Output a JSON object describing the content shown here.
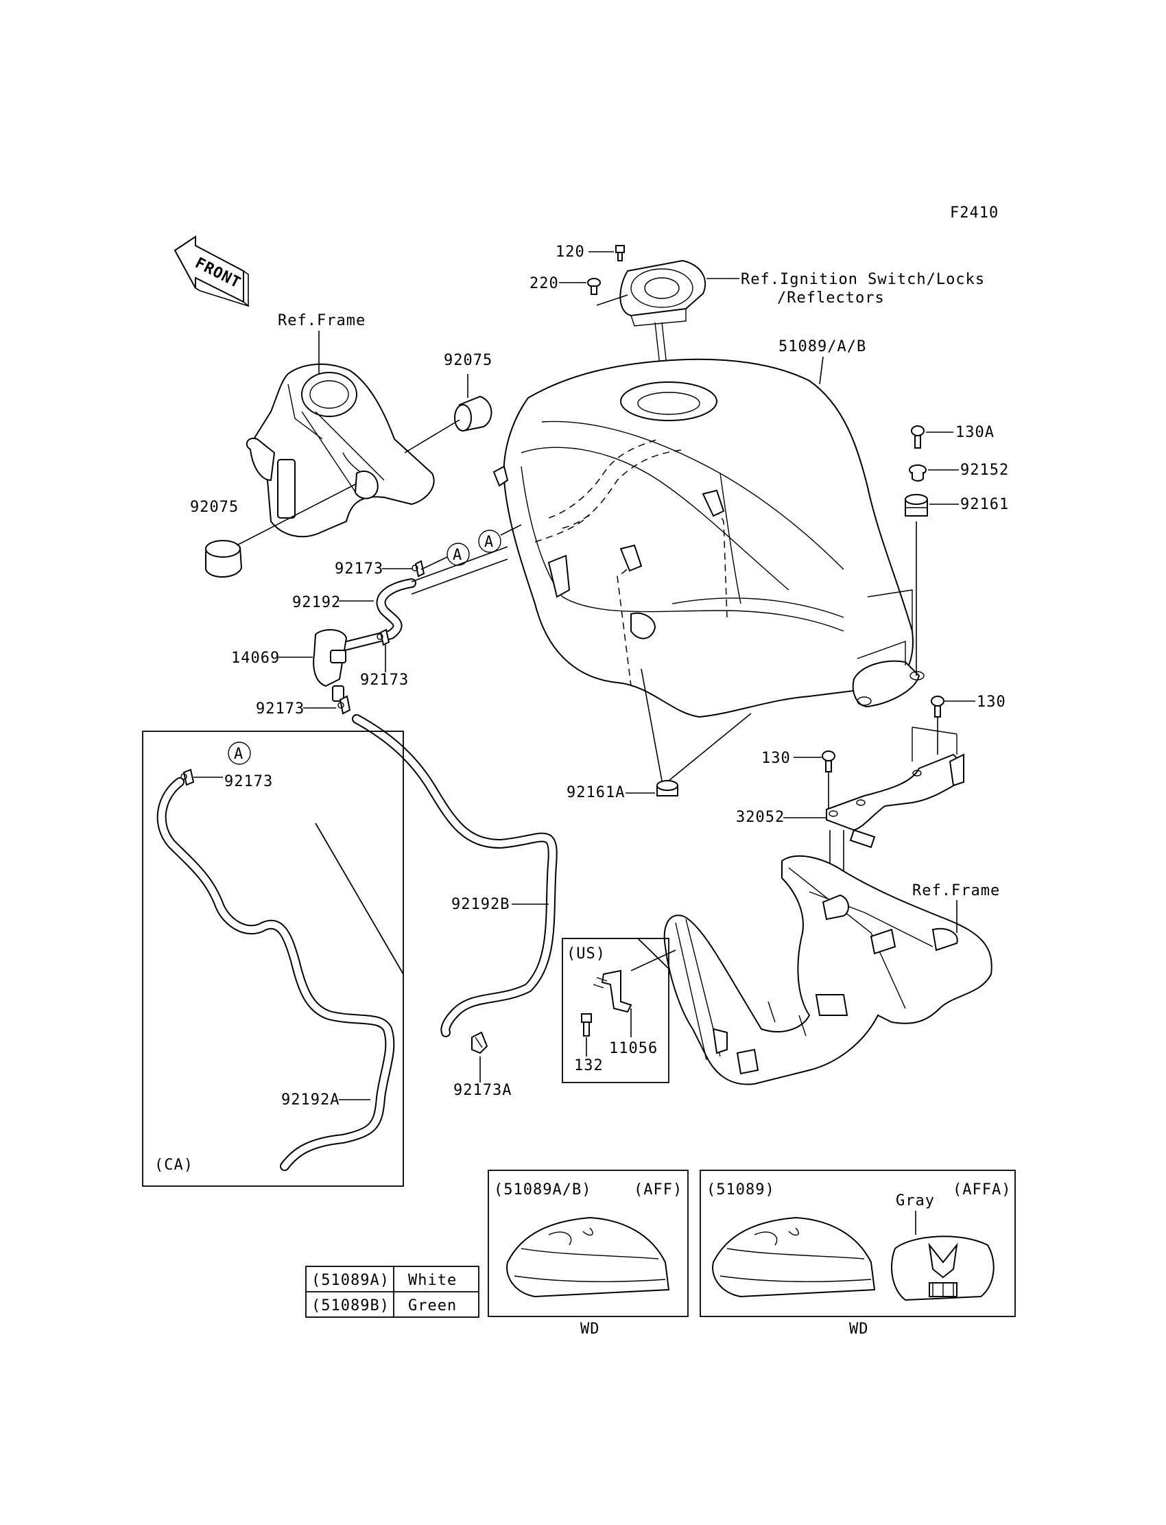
{
  "diagram_code": "F2410",
  "front_label": "FRONT",
  "callout_letter": "A",
  "labels": {
    "ref_frame_top": "Ref.Frame",
    "ref_frame_bottom": "Ref.Frame",
    "ref_ignition_line1": "Ref.Ignition Switch/Locks",
    "ref_ignition_line2": "/Reflectors",
    "p120": "120",
    "p220": "220",
    "p51089": "51089/A/B",
    "p92075_top": "92075",
    "p92075_left": "92075",
    "p130A": "130A",
    "p92152": "92152",
    "p92161": "92161",
    "p130_right": "130",
    "p130_mid": "130",
    "p32052": "32052",
    "p92161A": "92161A",
    "p92173_a": "92173",
    "p92192": "92192",
    "p14069": "14069",
    "p92173_b": "92173",
    "p92173_c": "92173",
    "p92173_ca": "92173",
    "p92192B": "92192B",
    "p92173A": "92173A",
    "p92192A": "92192A",
    "p132": "132",
    "p11056": "11056"
  },
  "boxes": {
    "ca": "(CA)",
    "us": "(US)",
    "aff_model": "(51089A/B)",
    "aff_code": "(AFF)",
    "aff_wd": "WD",
    "affa_model": "(51089)",
    "affa_code": "(AFFA)",
    "affa_color": "Gray",
    "affa_wd": "WD"
  },
  "color_table": [
    {
      "code": "(51089A)",
      "color": "White"
    },
    {
      "code": "(51089B)",
      "color": "Green"
    }
  ]
}
